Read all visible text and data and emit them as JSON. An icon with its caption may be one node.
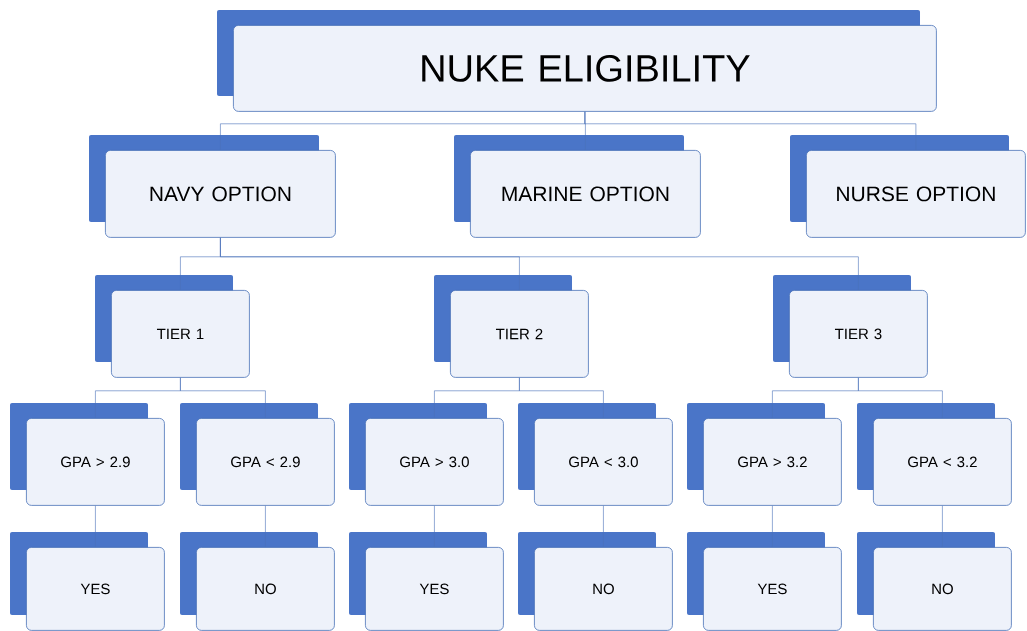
{
  "diagram": {
    "nodes": [
      {
        "text": [
          "NUKE ELIGIBILITY"
        ]
      },
      {
        "text": [
          "NAVY OPTION"
        ]
      },
      {
        "text": [
          "MARINE OPTION"
        ]
      },
      {
        "text": [
          "NURSE OPTION"
        ]
      },
      {
        "text": [
          "TIER 1"
        ]
      },
      {
        "text": [
          "TIER 2"
        ]
      },
      {
        "text": [
          "TIER 3"
        ]
      },
      {
        "text": [
          "GPA > 2.9"
        ]
      },
      {
        "text": [
          "GPA < 2.9"
        ]
      },
      {
        "text": [
          "GPA > 3.0"
        ]
      },
      {
        "text": [
          "GPA < 3.0"
        ]
      },
      {
        "text": [
          "GPA > 3.2"
        ]
      },
      {
        "text": [
          "GPA < 3.2"
        ]
      },
      {
        "text": [
          "YES"
        ]
      },
      {
        "text": [
          "NO"
        ]
      },
      {
        "text": [
          "YES"
        ]
      },
      {
        "text": [
          "NO"
        ]
      },
      {
        "text": [
          "YES"
        ]
      },
      {
        "text": [
          "NO"
        ]
      }
    ],
    "edges": [
      {
        "from": 0,
        "to": 1,
        "arrow": "none"
      },
      {
        "from": 0,
        "to": 2,
        "arrow": "none"
      },
      {
        "from": 0,
        "to": 3,
        "arrow": "none"
      },
      {
        "from": 1,
        "to": 4,
        "arrow": "none"
      },
      {
        "from": 1,
        "to": 5,
        "arrow": "none"
      },
      {
        "from": 1,
        "to": 6,
        "arrow": "none"
      },
      {
        "from": 4,
        "to": 7,
        "arrow": "none"
      },
      {
        "from": 4,
        "to": 8,
        "arrow": "none"
      },
      {
        "from": 5,
        "to": 9,
        "arrow": "none"
      },
      {
        "from": 5,
        "to": 10,
        "arrow": "none"
      },
      {
        "from": 6,
        "to": 11,
        "arrow": "none"
      },
      {
        "from": 6,
        "to": 12,
        "arrow": "none"
      },
      {
        "from": 7,
        "to": 13,
        "arrow": "none"
      },
      {
        "from": 8,
        "to": 14,
        "arrow": "none"
      },
      {
        "from": 9,
        "to": 15,
        "arrow": "none"
      },
      {
        "from": 10,
        "to": 16,
        "arrow": "none"
      },
      {
        "from": 11,
        "to": 17,
        "arrow": "none"
      },
      {
        "from": 12,
        "to": 18,
        "arrow": "none"
      }
    ]
  }
}
